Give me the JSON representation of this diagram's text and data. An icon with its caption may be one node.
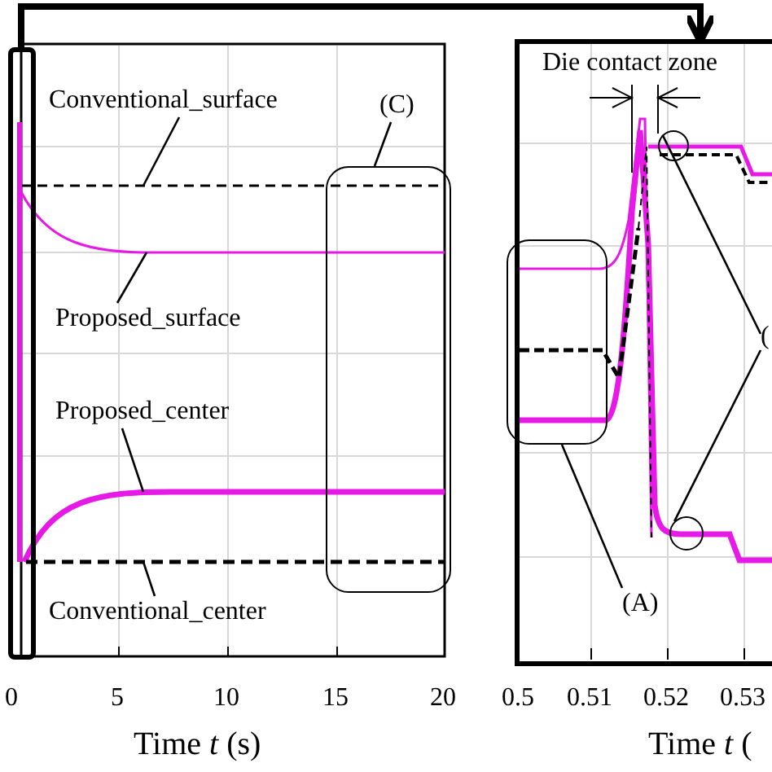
{
  "diagram": {
    "nodes": [
      {
        "text": [],
        "shape": "box"
      },
      {
        "text": [],
        "shape": "box"
      },
      {
        "text": [
          "Conventional_surface"
        ]
      },
      {
        "text": [
          "(C)"
        ]
      },
      {
        "text": [],
        "shape": "box"
      },
      {
        "text": [
          "Proposed_surface"
        ]
      },
      {
        "text": [
          "Proposed_center"
        ]
      },
      {
        "text": [
          "Conventional_center"
        ]
      },
      {
        "text": [],
        "shape": "box",
        "in": 1
      },
      {
        "text": [
          "(A)"
        ],
        "in": 1
      },
      {
        "text": [],
        "shape": "circle",
        "in": 1
      },
      {
        "text": [],
        "shape": "circle",
        "in": 1
      },
      {
        "text": [
          "("
        ],
        "in": 1
      }
    ],
    "edges": [
      {
        "from": 0,
        "to": 1,
        "arrow": "to",
        "style": "thick"
      },
      {
        "from": 2,
        "to": null,
        "arrow": "none"
      },
      {
        "from": 3,
        "to": 4,
        "arrow": "none"
      },
      {
        "from": 5,
        "to": null,
        "arrow": "none"
      },
      {
        "from": 6,
        "to": null,
        "arrow": "none"
      },
      {
        "from": 7,
        "to": null,
        "arrow": "none"
      },
      {
        "from": 9,
        "to": 8,
        "arrow": "none"
      },
      {
        "from": 12,
        "to": 10,
        "arrow": "none"
      },
      {
        "from": 12,
        "to": 11,
        "arrow": "none"
      }
    ],
    "labels": [
      "Die contact zone",
      "0",
      "5",
      "10",
      "15",
      "20",
      "Time *t* (s)",
      "0.5",
      "0.51",
      "0.52",
      "0.53",
      "Time *t* ("
    ]
  }
}
